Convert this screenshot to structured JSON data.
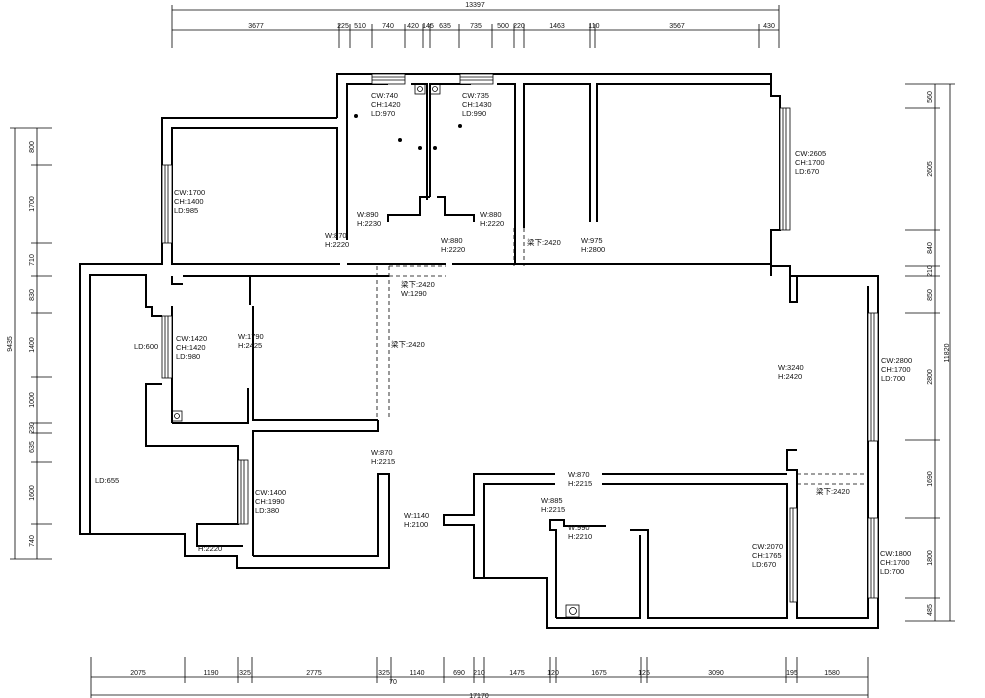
{
  "colors": {
    "line": "#000000",
    "text": "#111111",
    "background": "#ffffff"
  },
  "dimensions": {
    "top_total": "13397",
    "top": [
      "3677",
      "225",
      "510",
      "740",
      "420",
      "145",
      "635",
      "735",
      "500",
      "220",
      "1463",
      "110",
      "3567",
      "430"
    ],
    "bottom_total": "17170",
    "bottom": [
      "2075",
      "1190",
      "325",
      "2775",
      "325",
      "1140",
      "690",
      "210",
      "1475",
      "120",
      "1675",
      "125",
      "3090",
      "195",
      "1580"
    ],
    "bottom_small": "70",
    "left_total": "9435",
    "left": [
      "800",
      "1700",
      "710",
      "830",
      "1400",
      "1000",
      "230",
      "635",
      "1600",
      "740"
    ],
    "right_total": "11820",
    "right": [
      "560",
      "2605",
      "840",
      "210",
      "850",
      "2800",
      "1690",
      "1800",
      "485"
    ]
  },
  "labels": [
    "CW:740",
    "CH:1420",
    "LD:970",
    "CW:735",
    "CH:1430",
    "LD:990",
    "CW:2605",
    "CH:1700",
    "LD:670",
    "CW:1700",
    "CH:1400",
    "LD:985",
    "W:890",
    "H:2230",
    "W:880",
    "H:2220",
    "W:870",
    "H:2220",
    "W:880",
    "H:2220",
    "梁下:2420",
    "W:975",
    "H:2800",
    "梁下:2420",
    "W:1290",
    "LD:600",
    "CW:1420",
    "CH:1420",
    "LD:980",
    "W:1790",
    "H:2425",
    "梁下:2420",
    "W:3240",
    "H:2420",
    "CW:2800",
    "CH:1700",
    "LD:700",
    "W:870",
    "H:2215",
    "LD:655",
    "CW:1400",
    "CH:1990",
    "LD:380",
    "W:870",
    "H:2215",
    "W:885",
    "H:2215",
    "W:1140",
    "H:2100",
    "W:990",
    "H:2210",
    "CW:2070",
    "CH:1765",
    "LD:670",
    "梁下:2420",
    "CW:1800",
    "CH:1700",
    "LD:700",
    "H:2220"
  ]
}
